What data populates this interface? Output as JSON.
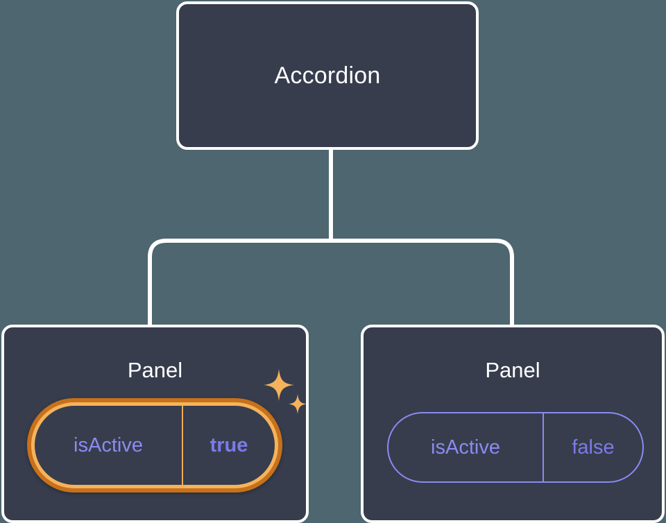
{
  "diagram": {
    "type": "component-tree",
    "background_color": "#4d6670",
    "node_fill_color": "#373d4d",
    "node_border_color": "#ffffff",
    "connector_color": "#ffffff",
    "accent_highlight_color": "#f5b35c",
    "accent_highlight_outer_color": "#c8711a",
    "prop_text_color": "#8b8bf0",
    "root": {
      "title": "Accordion"
    },
    "children": [
      {
        "title": "Panel",
        "highlighted": true,
        "prop": {
          "key": "isActive",
          "value": "true"
        },
        "sparkle_icons": [
          "sparkle-large-icon",
          "sparkle-small-icon"
        ]
      },
      {
        "title": "Panel",
        "highlighted": false,
        "prop": {
          "key": "isActive",
          "value": "false"
        }
      }
    ]
  }
}
